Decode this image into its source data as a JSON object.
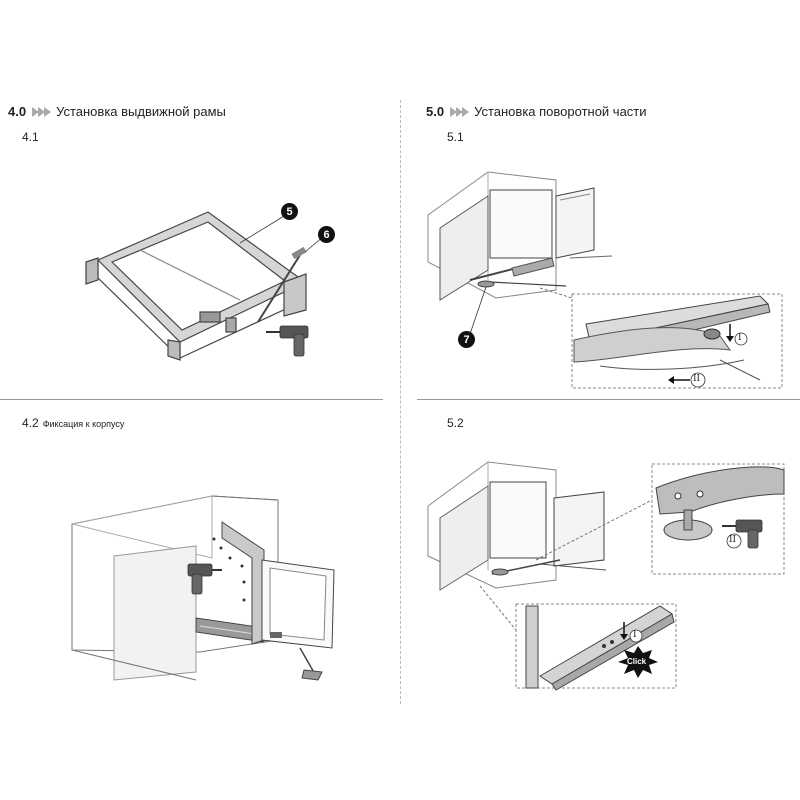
{
  "section4": {
    "number": "4.0",
    "title": "Установка выдвижной рамы"
  },
  "section5": {
    "number": "5.0",
    "title": "Установка поворотной части"
  },
  "steps": {
    "s41": "4.1",
    "s42": "4.2",
    "s42_caption": "Фиксация к корпусу",
    "s51": "5.1",
    "s52": "5.2"
  },
  "callouts": {
    "c5": "5",
    "c6": "6",
    "c7": "7"
  },
  "markers": {
    "i": "I",
    "ii": "II",
    "click": "Click"
  },
  "icons": [
    "double-arrow-icon",
    "drill-icon",
    "screw-icon",
    "arrow-down-icon",
    "arrow-left-icon"
  ]
}
